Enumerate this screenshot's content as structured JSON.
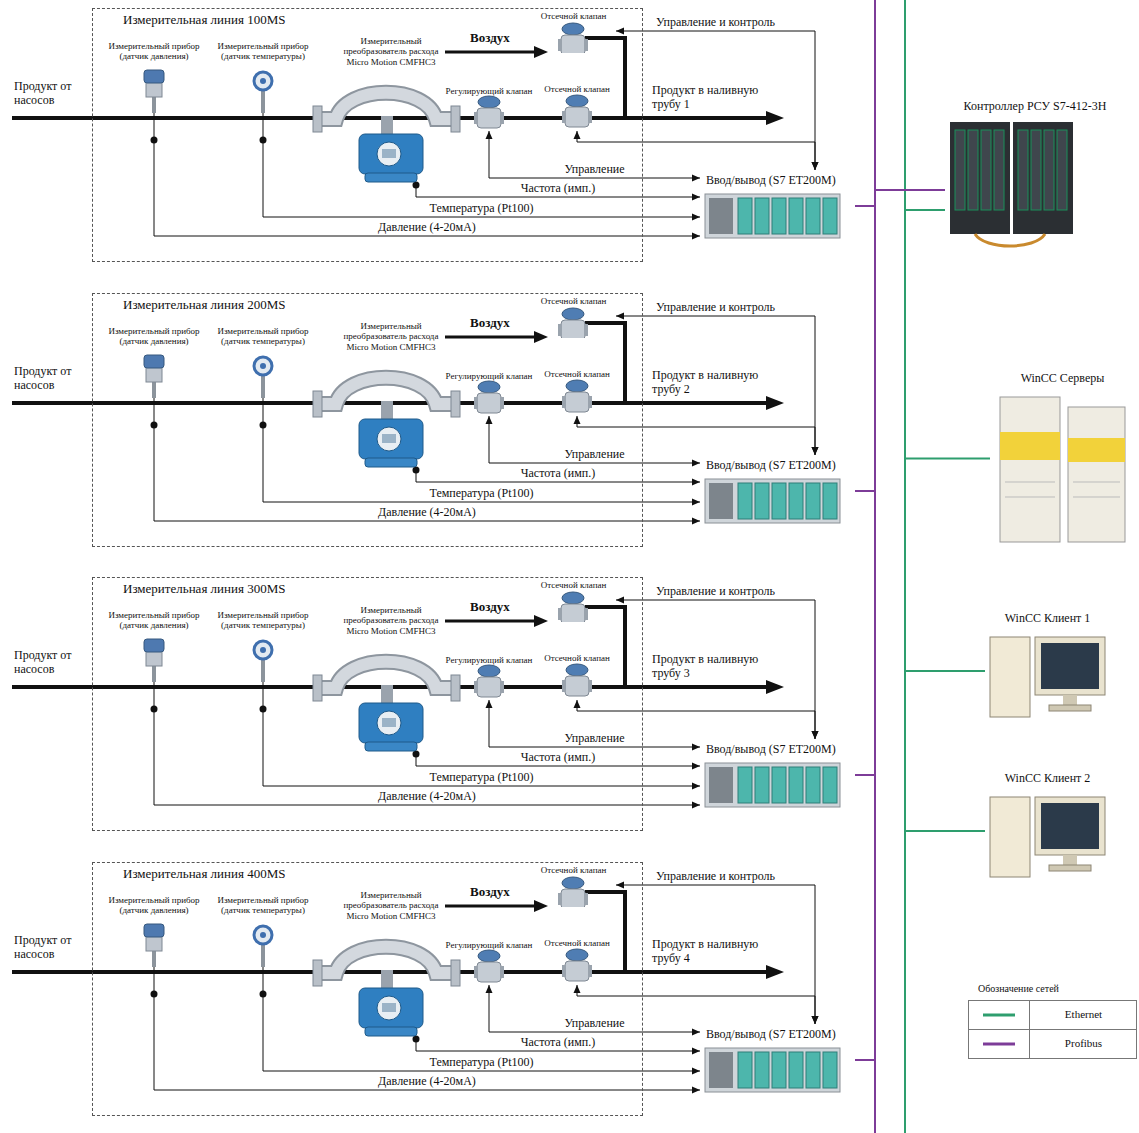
{
  "diagram": {
    "nodes": [
      {
        "text": [
          "Измерительная линия 100MS"
        ]
      },
      {
        "text": [
          "Измерительный прибор (датчик давления)"
        ],
        "in": 0
      },
      {
        "text": [
          "Измерительный прибор (датчик температуры)"
        ],
        "in": 0
      },
      {
        "text": [
          "Измерительный преобразователь расхода Micro Motion CMFHC3"
        ],
        "in": 0
      },
      {
        "text": [
          "Регулирующий клапан"
        ],
        "in": 0
      },
      {
        "text": [
          "Отсечной клапан"
        ],
        "in": 0
      },
      {
        "text": [
          "Отсечной клапан"
        ],
        "in": 0
      },
      {
        "text": [
          "Ввод/вывод (S7 ET200M)"
        ]
      },
      {
        "text": [
          "Измерительная линия 200MS"
        ]
      },
      {
        "text": [
          "Измерительный прибор (датчик давления)"
        ],
        "in": 8
      },
      {
        "text": [
          "Измерительный прибор (датчик температуры)"
        ],
        "in": 8
      },
      {
        "text": [
          "Измерительный преобразователь расхода Micro Motion CMFHC3"
        ],
        "in": 8
      },
      {
        "text": [
          "Регулирующий клапан"
        ],
        "in": 8
      },
      {
        "text": [
          "Отсечной клапан"
        ],
        "in": 8
      },
      {
        "text": [
          "Отсечной клапан"
        ],
        "in": 8
      },
      {
        "text": [
          "Ввод/вывод (S7 ET200M)"
        ]
      },
      {
        "text": [
          "Измерительная линия 300MS"
        ]
      },
      {
        "text": [
          "Измерительный прибор (датчик давления)"
        ],
        "in": 16
      },
      {
        "text": [
          "Измерительный прибор (датчик температуры)"
        ],
        "in": 16
      },
      {
        "text": [
          "Измерительный преобразователь расхода Micro Motion CMFHC3"
        ],
        "in": 16
      },
      {
        "text": [
          "Регулирующий клапан"
        ],
        "in": 16
      },
      {
        "text": [
          "Отсечной клапан"
        ],
        "in": 16
      },
      {
        "text": [
          "Отсечной клапан"
        ],
        "in": 16
      },
      {
        "text": [
          "Ввод/вывод (S7 ET200M)"
        ]
      },
      {
        "text": [
          "Измерительная линия 400MS"
        ]
      },
      {
        "text": [
          "Измерительный прибор (датчик давления)"
        ],
        "in": 24
      },
      {
        "text": [
          "Измерительный прибор (датчик температуры)"
        ],
        "in": 24
      },
      {
        "text": [
          "Измерительный преобразователь расхода Micro Motion CMFHC3"
        ],
        "in": 24
      },
      {
        "text": [
          "Регулирующий клапан"
        ],
        "in": 24
      },
      {
        "text": [
          "Отсечной клапан"
        ],
        "in": 24
      },
      {
        "text": [
          "Отсечной клапан"
        ],
        "in": 24
      },
      {
        "text": [
          "Ввод/вывод (S7 ET200M)"
        ]
      },
      {
        "text": [
          "Контроллер РСУ S7-412-3H"
        ]
      },
      {
        "text": [
          "WinCC Серверы"
        ]
      },
      {
        "text": [
          "WinCC Клиент 1"
        ]
      },
      {
        "text": [
          "WinCC Клиент 2"
        ]
      }
    ],
    "edges": [
      {
        "from": 1,
        "to": 7,
        "arrow": "to",
        "label": "Давление (4-20мА)"
      },
      {
        "from": 2,
        "to": 7,
        "arrow": "to",
        "label": "Температура (Pt100)"
      },
      {
        "from": 3,
        "to": 7,
        "arrow": "to",
        "label": "Частота (имп.)"
      },
      {
        "from": 7,
        "to": 4,
        "arrow": "both",
        "label": "Управление"
      },
      {
        "from": 7,
        "to": 5,
        "arrow": "both",
        "label": "Управление и контроль"
      },
      {
        "from": 7,
        "to": 6,
        "arrow": "both"
      },
      {
        "from": 7,
        "to": 32,
        "arrow": "none"
      },
      {
        "from": 9,
        "to": 15,
        "arrow": "to",
        "label": "Давление (4-20мА)"
      },
      {
        "from": 10,
        "to": 15,
        "arrow": "to",
        "label": "Температура (Pt100)"
      },
      {
        "from": 11,
        "to": 15,
        "arrow": "to",
        "label": "Частота (имп.)"
      },
      {
        "from": 15,
        "to": 12,
        "arrow": "both",
        "label": "Управление"
      },
      {
        "from": 15,
        "to": 13,
        "arrow": "both",
        "label": "Управление и контроль"
      },
      {
        "from": 15,
        "to": 14,
        "arrow": "both"
      },
      {
        "from": 15,
        "to": 32,
        "arrow": "none"
      },
      {
        "from": 17,
        "to": 23,
        "arrow": "to",
        "label": "Давление (4-20мА)"
      },
      {
        "from": 18,
        "to": 23,
        "arrow": "to",
        "label": "Температура (Pt100)"
      },
      {
        "from": 19,
        "to": 23,
        "arrow": "to",
        "label": "Частота (имп.)"
      },
      {
        "from": 23,
        "to": 20,
        "arrow": "both",
        "label": "Управление"
      },
      {
        "from": 23,
        "to": 21,
        "arrow": "both",
        "label": "Управление и контроль"
      },
      {
        "from": 23,
        "to": 22,
        "arrow": "both"
      },
      {
        "from": 23,
        "to": 32,
        "arrow": "none"
      },
      {
        "from": 25,
        "to": 31,
        "arrow": "to",
        "label": "Давление (4-20мА)"
      },
      {
        "from": 26,
        "to": 31,
        "arrow": "to",
        "label": "Температура (Pt100)"
      },
      {
        "from": 27,
        "to": 31,
        "arrow": "to",
        "label": "Частота (имп.)"
      },
      {
        "from": 31,
        "to": 28,
        "arrow": "both",
        "label": "Управление"
      },
      {
        "from": 31,
        "to": 29,
        "arrow": "both",
        "label": "Управление и контроль"
      },
      {
        "from": 31,
        "to": 30,
        "arrow": "both"
      },
      {
        "from": 31,
        "to": 32,
        "arrow": "none"
      },
      {
        "from": 32,
        "to": 33,
        "arrow": "none"
      },
      {
        "from": 32,
        "to": 34,
        "arrow": "none"
      },
      {
        "from": 32,
        "to": 35,
        "arrow": "none"
      }
    ],
    "labels": [
      "Продукт от насосов",
      "Воздух",
      "Продукт в наливную трубу 1",
      "Продукт от насосов",
      "Воздух",
      "Продукт в наливную трубу 2",
      "Продукт от насосов",
      "Воздух",
      "Продукт в наливную трубу 3",
      "Продукт от насосов",
      "Воздух",
      "Продукт в наливную трубу 4",
      "Обозначение сетей"
    ],
    "legend": [
      {
        "text": "Ethernet"
      },
      {
        "text": "Profibus"
      }
    ]
  }
}
